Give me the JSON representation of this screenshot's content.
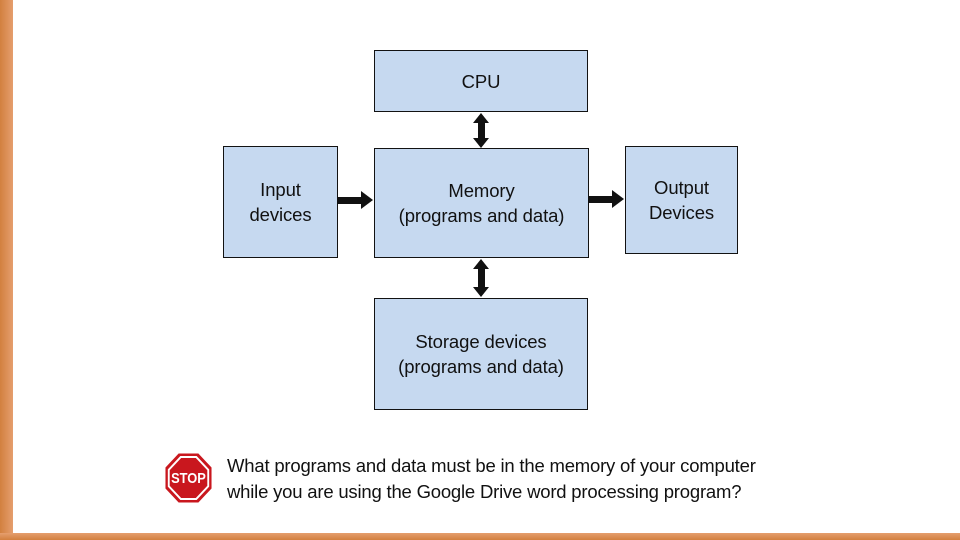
{
  "slide": {
    "type": "computer-architecture-diagram"
  },
  "colors": {
    "box_fill": "#c6d9f0",
    "box_border": "#121212",
    "arrow": "#111111",
    "stop_red": "#c9171e",
    "accent_band": "#d98b50",
    "text": "#111111",
    "background": "#ffffff"
  },
  "diagram": {
    "cpu": {
      "label": "CPU"
    },
    "input": {
      "line1": "Input",
      "line2": "devices"
    },
    "memory": {
      "line1": "Memory",
      "line2": "(programs and data)"
    },
    "output": {
      "line1": "Output",
      "line2": "Devices"
    },
    "storage": {
      "line1": "Storage devices",
      "line2": "(programs and data)"
    },
    "connections": [
      "CPU <-> Memory (double arrow)",
      "Input devices -> Memory (arrow)",
      "Memory -> Output Devices (arrow)",
      "Memory <-> Storage devices (double arrow)"
    ]
  },
  "stop_sign": {
    "label": "STOP"
  },
  "question": {
    "line1": "What programs and data must be in the memory of your computer",
    "line2": "while you are using the Google Drive word processing program?"
  }
}
